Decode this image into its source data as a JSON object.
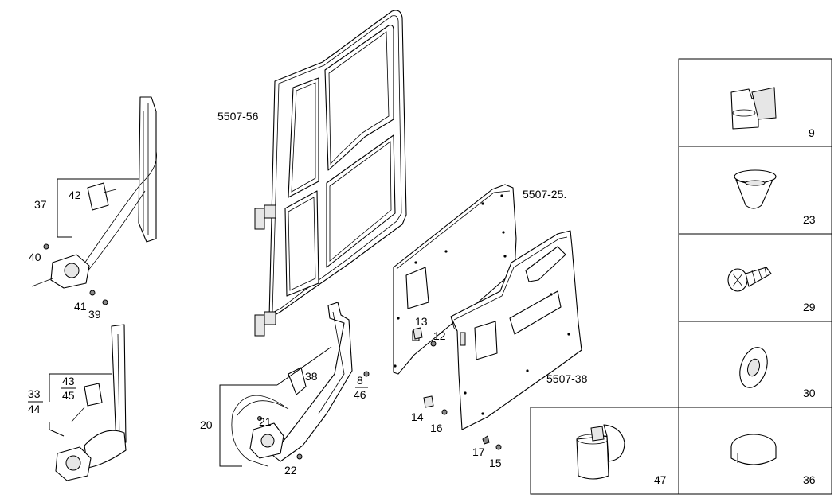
{
  "callouts": {
    "c_5507_56": "5507-56",
    "c_5507_25": "5507-25.",
    "c_5507_38": "5507-38",
    "c_37": "37",
    "c_42": "42",
    "c_40": "40",
    "c_41": "41",
    "c_39": "39",
    "c_33": "33",
    "c_44": "44",
    "c_43": "43",
    "c_45": "45",
    "c_20": "20",
    "c_21": "21",
    "c_22": "22",
    "c_38": "38",
    "c_8": "8",
    "c_46": "46",
    "c_13": "13",
    "c_12": "12",
    "c_14": "14",
    "c_16": "16",
    "c_17": "17",
    "c_15": "15"
  },
  "detail_boxes": [
    {
      "label": "9"
    },
    {
      "label": "23"
    },
    {
      "label": "29"
    },
    {
      "label": "30"
    },
    {
      "label": "36"
    },
    {
      "label": "47"
    }
  ]
}
